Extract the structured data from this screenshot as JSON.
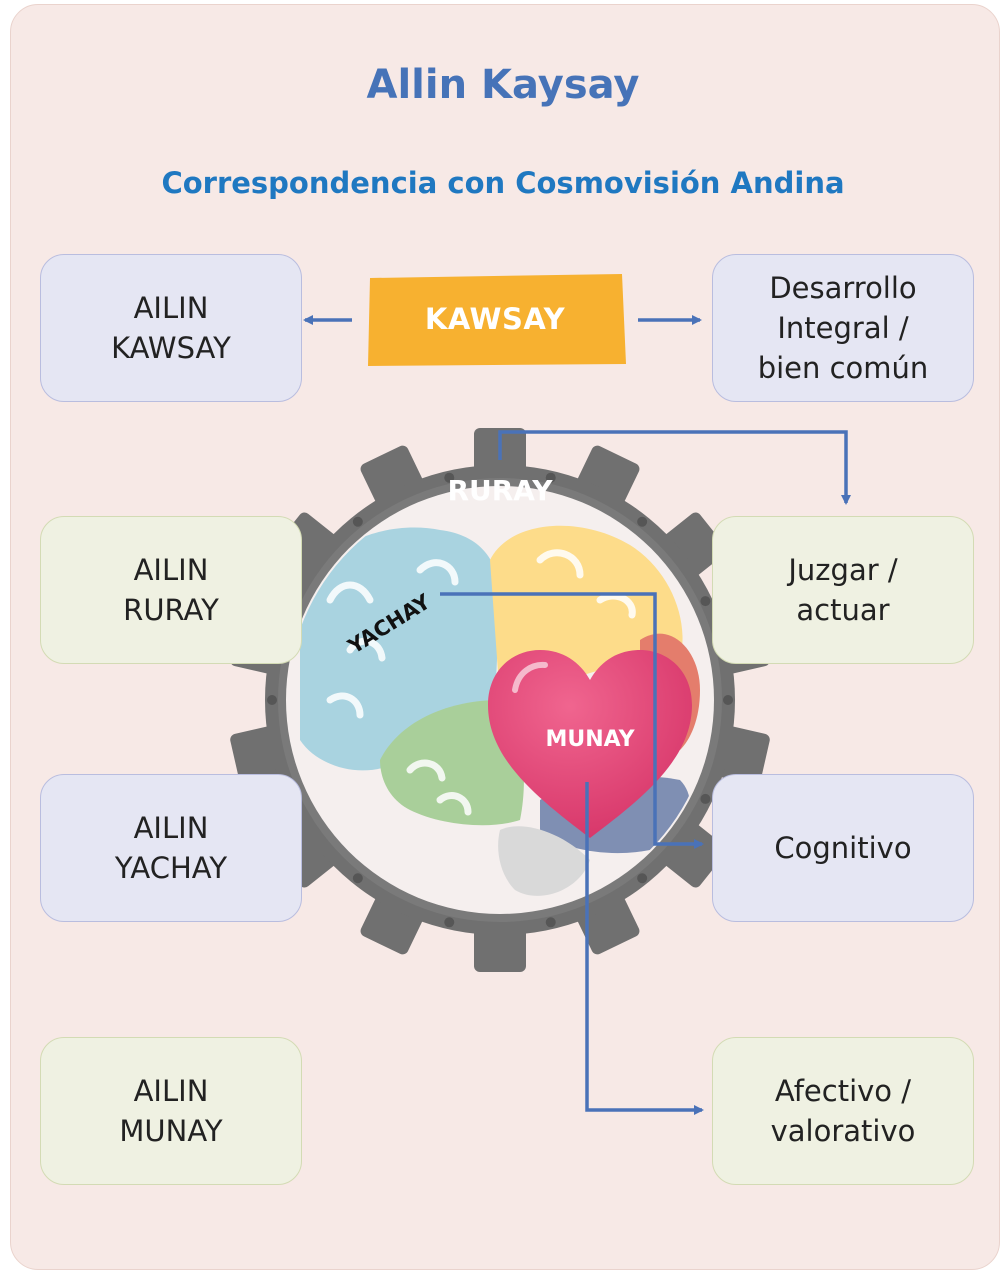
{
  "title": "Allin Kaysay",
  "subtitle": "Correspondencia con Cosmovisión Andina",
  "center_label": "KAWSAY",
  "left_boxes": [
    {
      "text": "AILIN\nKAWSAY"
    },
    {
      "text": "AILIN\nRURAY"
    },
    {
      "text": "AILIN\nYACHAY"
    },
    {
      "text": "AILIN\nMUNAY"
    }
  ],
  "right_boxes": [
    {
      "text": "Desarrollo\nIntegral /\nbien común"
    },
    {
      "text": "Juzgar /\nactuar"
    },
    {
      "text": "Cognitivo"
    },
    {
      "text": "Afectivo /\nvalorativo"
    }
  ],
  "gear_label": "RURAY",
  "brain_label": "YACHAY",
  "heart_label": "MUNAY",
  "colors": {
    "title": "#4673b8",
    "subtitle": "#1f78c1",
    "kawsay_bg": "#f7b130",
    "arrow": "#4a72b8",
    "gear": "#707070",
    "heart": "#e8457b"
  }
}
